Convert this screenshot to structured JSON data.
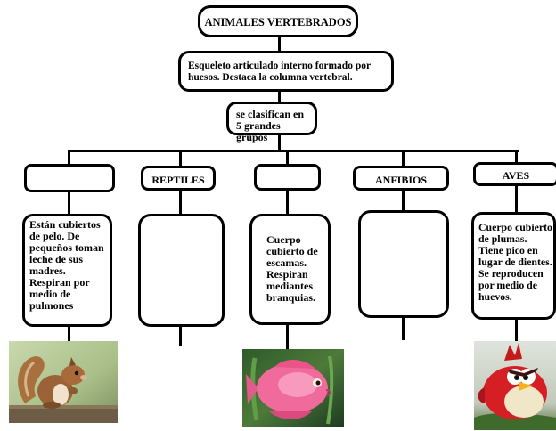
{
  "title": "ANIMALES VERTEBRADOS",
  "definition": "Esqueleto articulado interno formado por huesos.  Destaca la columna vertebral.",
  "classification": "se clasifican en 5 grandes grupos",
  "groups": [
    {
      "name": "",
      "description": "Están cubiertos de pelo. De pequeños toman leche de sus madres. Respiran por medio de pulmones",
      "image": "squirrel"
    },
    {
      "name": "REPTILES",
      "description": "",
      "image": ""
    },
    {
      "name": "",
      "description": "Cuerpo cubierto de escamas. Respiran mediantes branquias.",
      "image": "pink-fish"
    },
    {
      "name": "ANFIBIOS",
      "description": "",
      "image": ""
    },
    {
      "name": "AVES",
      "description": "Cuerpo cubierto de plumas. Tiene pico en lugar de dientes. Se reproducen por medio de huevos.",
      "image": "red-bird"
    }
  ]
}
